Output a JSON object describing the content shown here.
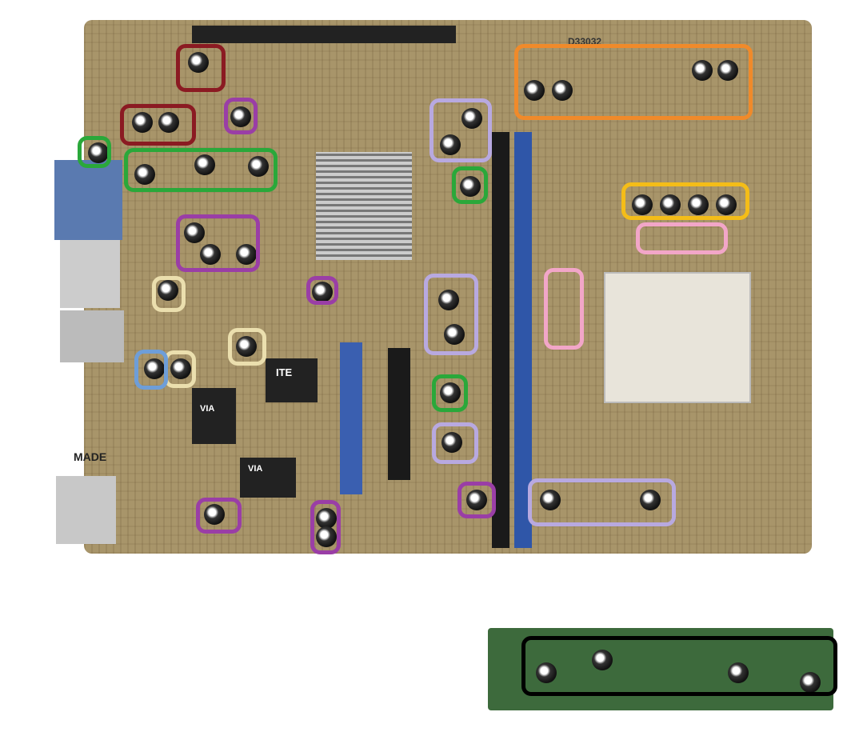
{
  "labels": {
    "board_id": "D33032",
    "made": "MADE",
    "ite": "ITE",
    "via1": "VIA",
    "via2": "VIA"
  },
  "colors": {
    "dark_red": "#8b1a22",
    "purple": "#9a3ea6",
    "green": "#2aa83a",
    "lavender": "#b8a9e0",
    "orange": "#f08a2a",
    "yellow": "#f4bd18",
    "pink": "#f2a6c8",
    "cream": "#ebdfae",
    "blue": "#6e9ed8",
    "black": "#000000"
  }
}
